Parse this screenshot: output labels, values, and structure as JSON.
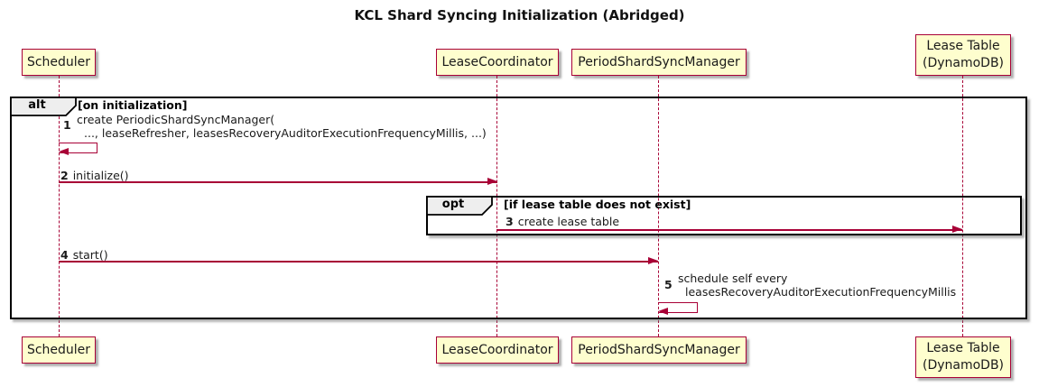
{
  "title": "KCL Shard Syncing Initialization (Abridged)",
  "participants": {
    "scheduler": {
      "name": "Scheduler"
    },
    "lease_coordinator": {
      "name": "LeaseCoordinator"
    },
    "period_shard_sync_manager": {
      "name": "PeriodShardSyncManager"
    },
    "lease_table": {
      "name": "Lease Table",
      "name2": "(DynamoDB)"
    }
  },
  "frames": {
    "alt": {
      "operator": "alt",
      "guard": "[on initialization]"
    },
    "opt": {
      "operator": "opt",
      "guard": "[if lease table does not exist]"
    }
  },
  "messages": {
    "m1": {
      "num": "1",
      "line1": "create PeriodicShardSyncManager(",
      "line2": "..., leaseRefresher, leasesRecoveryAuditorExecutionFrequencyMillis, ...)"
    },
    "m2": {
      "num": "2",
      "text": "initialize()"
    },
    "m3": {
      "num": "3",
      "text": "create lease table"
    },
    "m4": {
      "num": "4",
      "text": "start()"
    },
    "m5": {
      "num": "5",
      "line1": "schedule self every",
      "line2": "leasesRecoveryAuditorExecutionFrequencyMillis"
    }
  },
  "colors": {
    "accent": "#A80036",
    "participant_fill": "#FEFECE",
    "frame_border": "#000000",
    "operator_fill": "#EEEEEE"
  }
}
